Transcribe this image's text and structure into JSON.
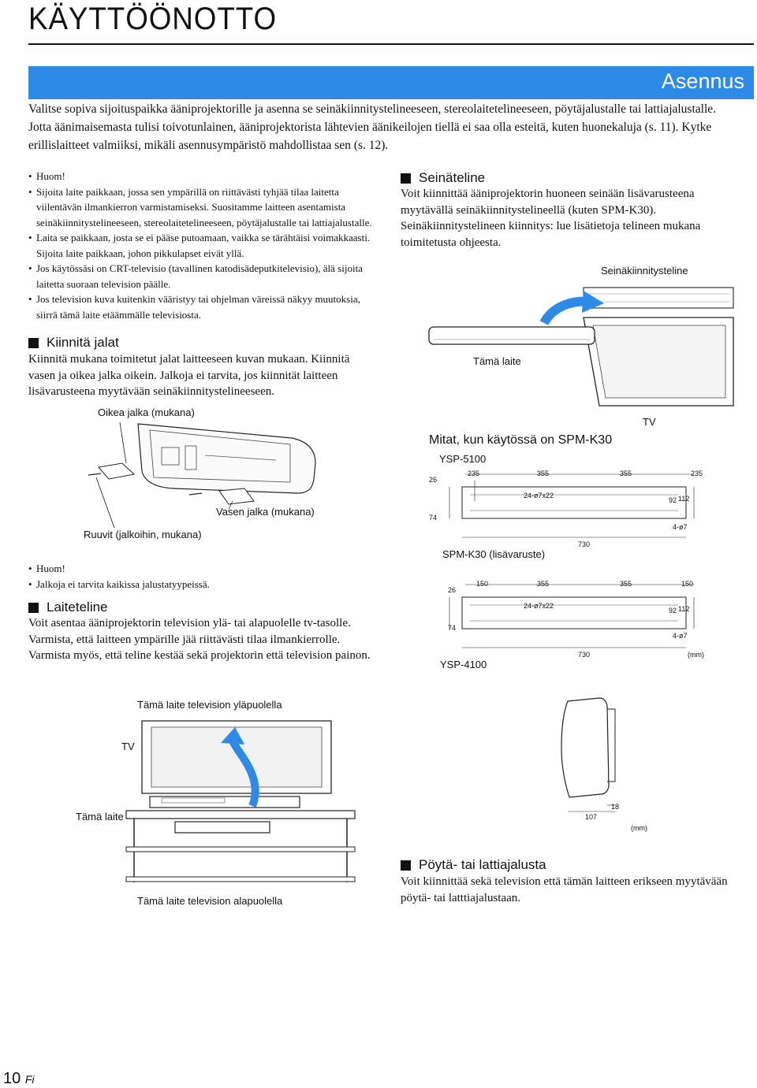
{
  "header": {
    "title": "KÄYTTÖÖNOTTO",
    "section": "Asennus"
  },
  "intro": {
    "p1": "Valitse sopiva sijoituspaikka ääniprojektorille ja asenna se seinäkiinnitystelineeseen, stereolaitetelineeseen, pöytäjalustalle tai lattiajalustalle.",
    "p2": "Jotta äänimaisemasta tulisi toivotunlainen, ääniprojektorista lähtevien äänikeilojen tiellä ei saa olla esteitä, kuten huonekaluja (s. 11). Kytke erillislaitteet valmiiksi, mikäli asennusympäristö mahdollistaa sen (s. 12)."
  },
  "left": {
    "note_title": "Huom!",
    "notes": [
      "Sijoita laite paikkaan, jossa sen ympärillä on riittävästi tyhjää tilaa laitetta viilentävän ilmankierron varmistamiseksi. Suositamme laitteen asentamista seinäkiinnitystelineeseen, stereolaitetelineeseen, pöytäjalustalle tai lattiajalustalle.",
      "Laita se paikkaan, josta se ei pääse putoamaan, vaikka se tärähtäisi voimakkaasti. Sijoita laite paikkaan, johon pikkulapset eivät yllä.",
      "Jos käytössäsi on CRT-televisio (tavallinen katodisädeputkitelevisio), älä sijoita laitetta suoraan television päälle.",
      "Jos television kuva kuitenkin vääristyy tai ohjelman väreissä näkyy muutoksia, siirrä tämä laite etäämmälle televisiosta."
    ],
    "feet": {
      "heading": "Kiinnitä jalat",
      "text": "Kiinnitä mukana toimitetut jalat laitteeseen kuvan mukaan. Kiinnitä vasen ja oikea jalka oikein. Jalkoja ei tarvita, jos kiinnität laitteen lisävarusteena myytävään seinäkiinnitystelineeseen.",
      "label_right_foot": "Oikea jalka (mukana)",
      "label_left_foot": "Vasen jalka (mukana)",
      "label_screws": "Ruuvit (jalkoihin, mukana)",
      "note_title": "Huom!",
      "note": "Jalkoja ei tarvita kaikissa jalustatyypeissä."
    },
    "rack": {
      "heading": "Laiteteline",
      "text": "Voit asentaa ääniprojektorin television ylä- tai alapuolelle tv-tasolle. Varmista, että laitteen ympärille jää riittävästi tilaa ilmankierrolle. Varmista myös, että teline kestää sekä projektorin että television painon.",
      "label_above": "Tämä laite television yläpuolella",
      "label_tv": "TV",
      "label_unit": "Tämä laite",
      "label_below": "Tämä laite television alapuolella"
    }
  },
  "right": {
    "wall": {
      "heading": "Seinäteline",
      "text": "Voit kiinnittää ääniprojektorin huoneen seinään lisävarusteena myytävällä seinäkiinnitystelineellä (kuten SPM-K30). Seinäkiinnitystelineen kiinnitys: lue lisätietoja telineen mukana toimitetusta ohjeesta.",
      "label_bracket": "Seinäkiinnitysteline",
      "label_unit": "Tämä laite",
      "label_tv": "TV"
    },
    "dims": {
      "title": "Mitat, kun käytössä on SPM-K30",
      "model1": "YSP-5100",
      "m1": {
        "top": [
          "235",
          "355",
          "355",
          "235"
        ],
        "left1": "26",
        "left2": "74",
        "holes": "24-ø7x22",
        "h1": "92",
        "h2": "112",
        "holes2": "4-ø7",
        "width": "730"
      },
      "model2": "SPM-K30 (lisävaruste)",
      "m2": {
        "top": [
          "150",
          "355",
          "355",
          "150"
        ],
        "left1": "26",
        "left2": "74",
        "holes": "24-ø7x22",
        "h1": "92",
        "h2": "112",
        "holes2": "4-ø7",
        "width": "730",
        "unit": "(mm)"
      },
      "model3": "YSP-4100",
      "side": {
        "d1": "18",
        "d2": "107",
        "unit": "(mm)"
      }
    },
    "stand": {
      "heading": "Pöytä- tai lattiajalusta",
      "text": "Voit kiinnittää sekä television että tämän laitteen erikseen myytävään pöytä- tai latttiajalustaan."
    }
  },
  "footer": {
    "page": "10",
    "lang": "Fi"
  }
}
